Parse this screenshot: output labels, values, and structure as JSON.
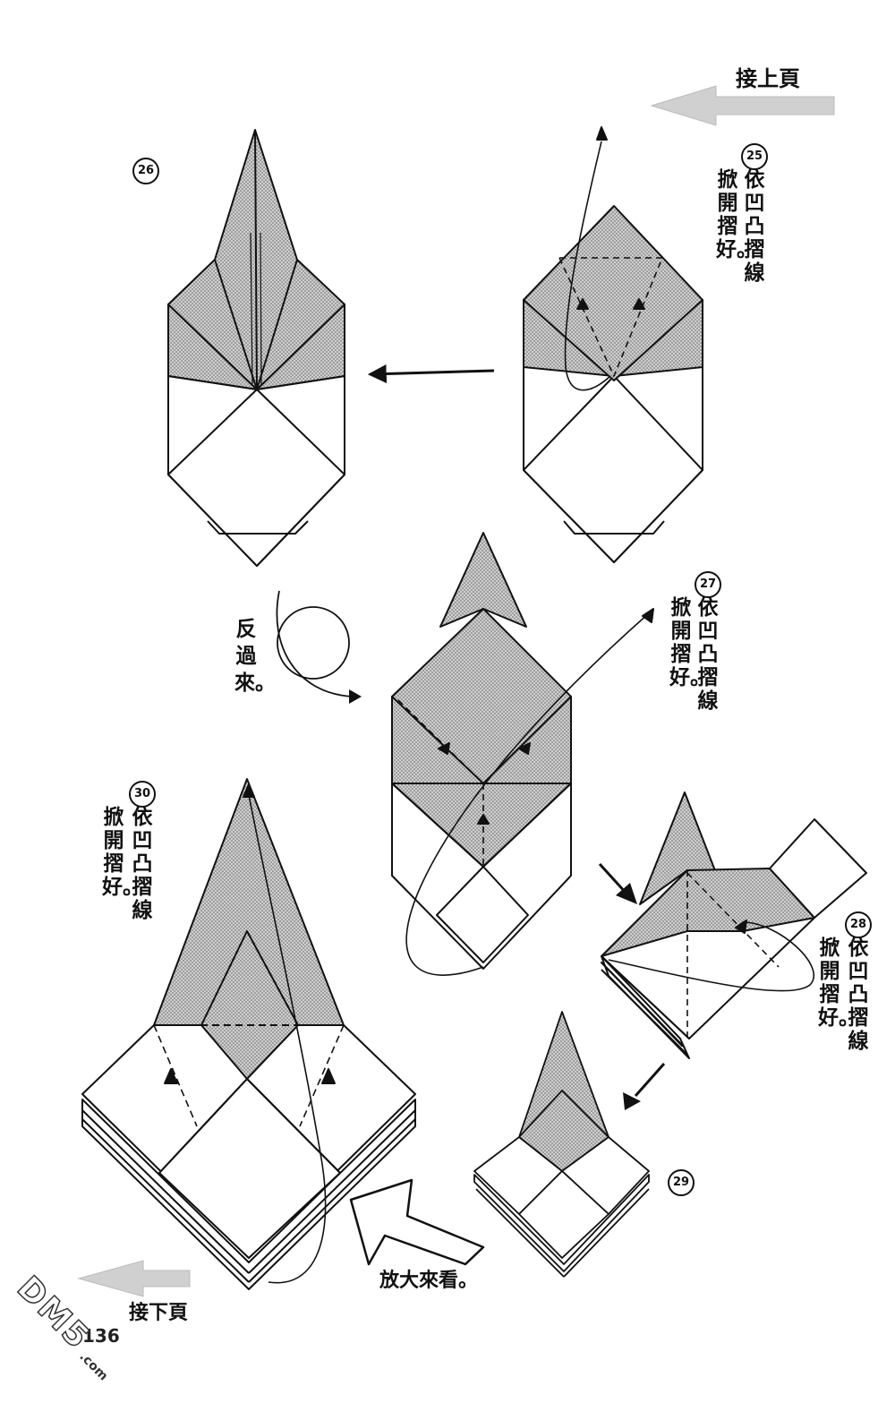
{
  "nav": {
    "prev_page": "接上頁",
    "next_page": "接下頁",
    "page_number": "136"
  },
  "steps": [
    {
      "number": "25",
      "lines": [
        "依凹凸摺線",
        "掀開摺好。"
      ]
    },
    {
      "number": "26",
      "lines": []
    },
    {
      "number": "27",
      "lines": [
        "依凹凸摺線",
        "掀開摺好。"
      ]
    },
    {
      "number": "28",
      "lines": [
        "依凹凸摺線",
        "掀開摺好。"
      ]
    },
    {
      "number": "29",
      "lines": []
    },
    {
      "number": "30",
      "lines": [
        "依凹凸摺線",
        "掀開摺好。"
      ]
    }
  ],
  "turn_over": "反過來。",
  "zoom_label": "放大來看。",
  "watermark": "DM5",
  "watermark_domain": ".com",
  "colors": {
    "shade": "#bdbdbd",
    "line": "#111111",
    "nav_arrow": "#c8c8c8"
  }
}
